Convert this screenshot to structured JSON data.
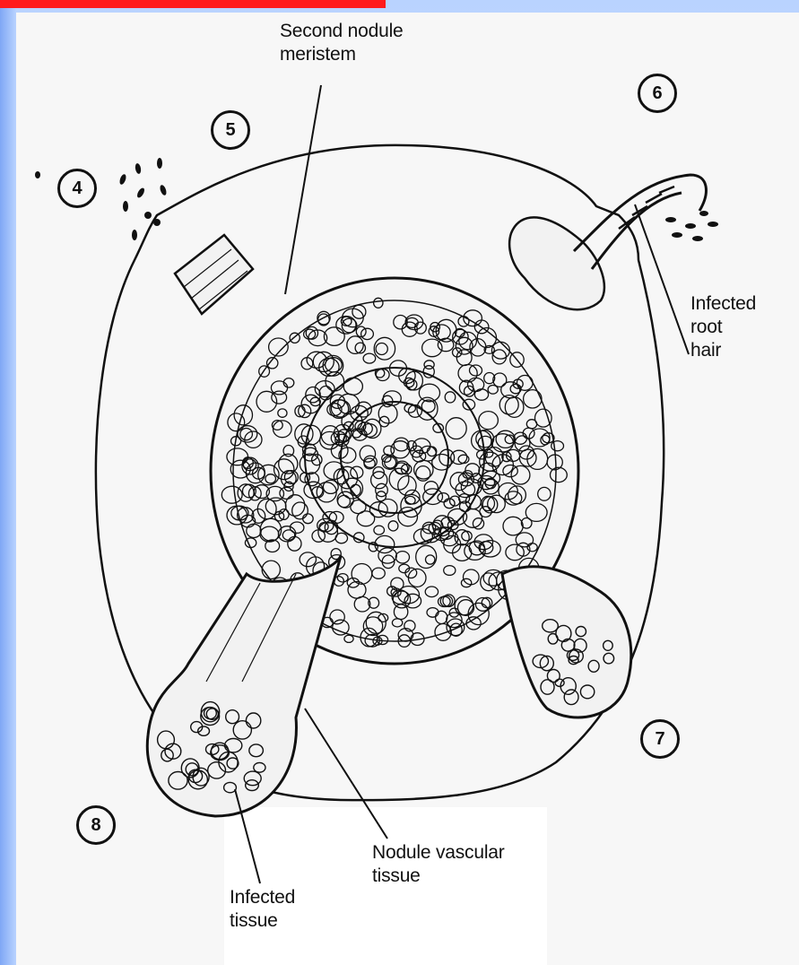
{
  "diagram": {
    "stage_labels": [
      "4",
      "5",
      "6",
      "7",
      "8"
    ],
    "labels": {
      "second_nodule_meristem": "Second nodule\nmeristem",
      "infected_root_hair": "Infected\nroot\nhair",
      "nodule_vascular_tissue": "Nodule vascular\ntissue",
      "infected_tissue": "Infected\ntissue"
    }
  },
  "colors": {
    "slide_background": "#b9d3ff",
    "title_bar": "#ff1b1b",
    "ink": "#111111"
  }
}
